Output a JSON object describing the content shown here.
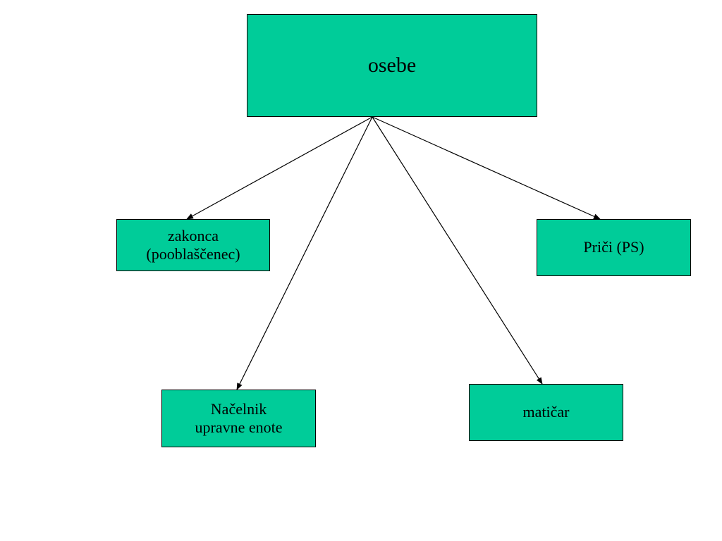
{
  "diagram": {
    "root": {
      "label": "osebe"
    },
    "children": [
      {
        "key": "spouses",
        "label": "zakonca\n(pooblaščenec)"
      },
      {
        "key": "witnesses",
        "label": "Priči (PS)"
      },
      {
        "key": "unit_head",
        "label": "Načelnik\nupravne enote"
      },
      {
        "key": "registrar",
        "label": "matičar"
      }
    ],
    "node_fill": "#00CC99",
    "line_color": "#000000"
  }
}
